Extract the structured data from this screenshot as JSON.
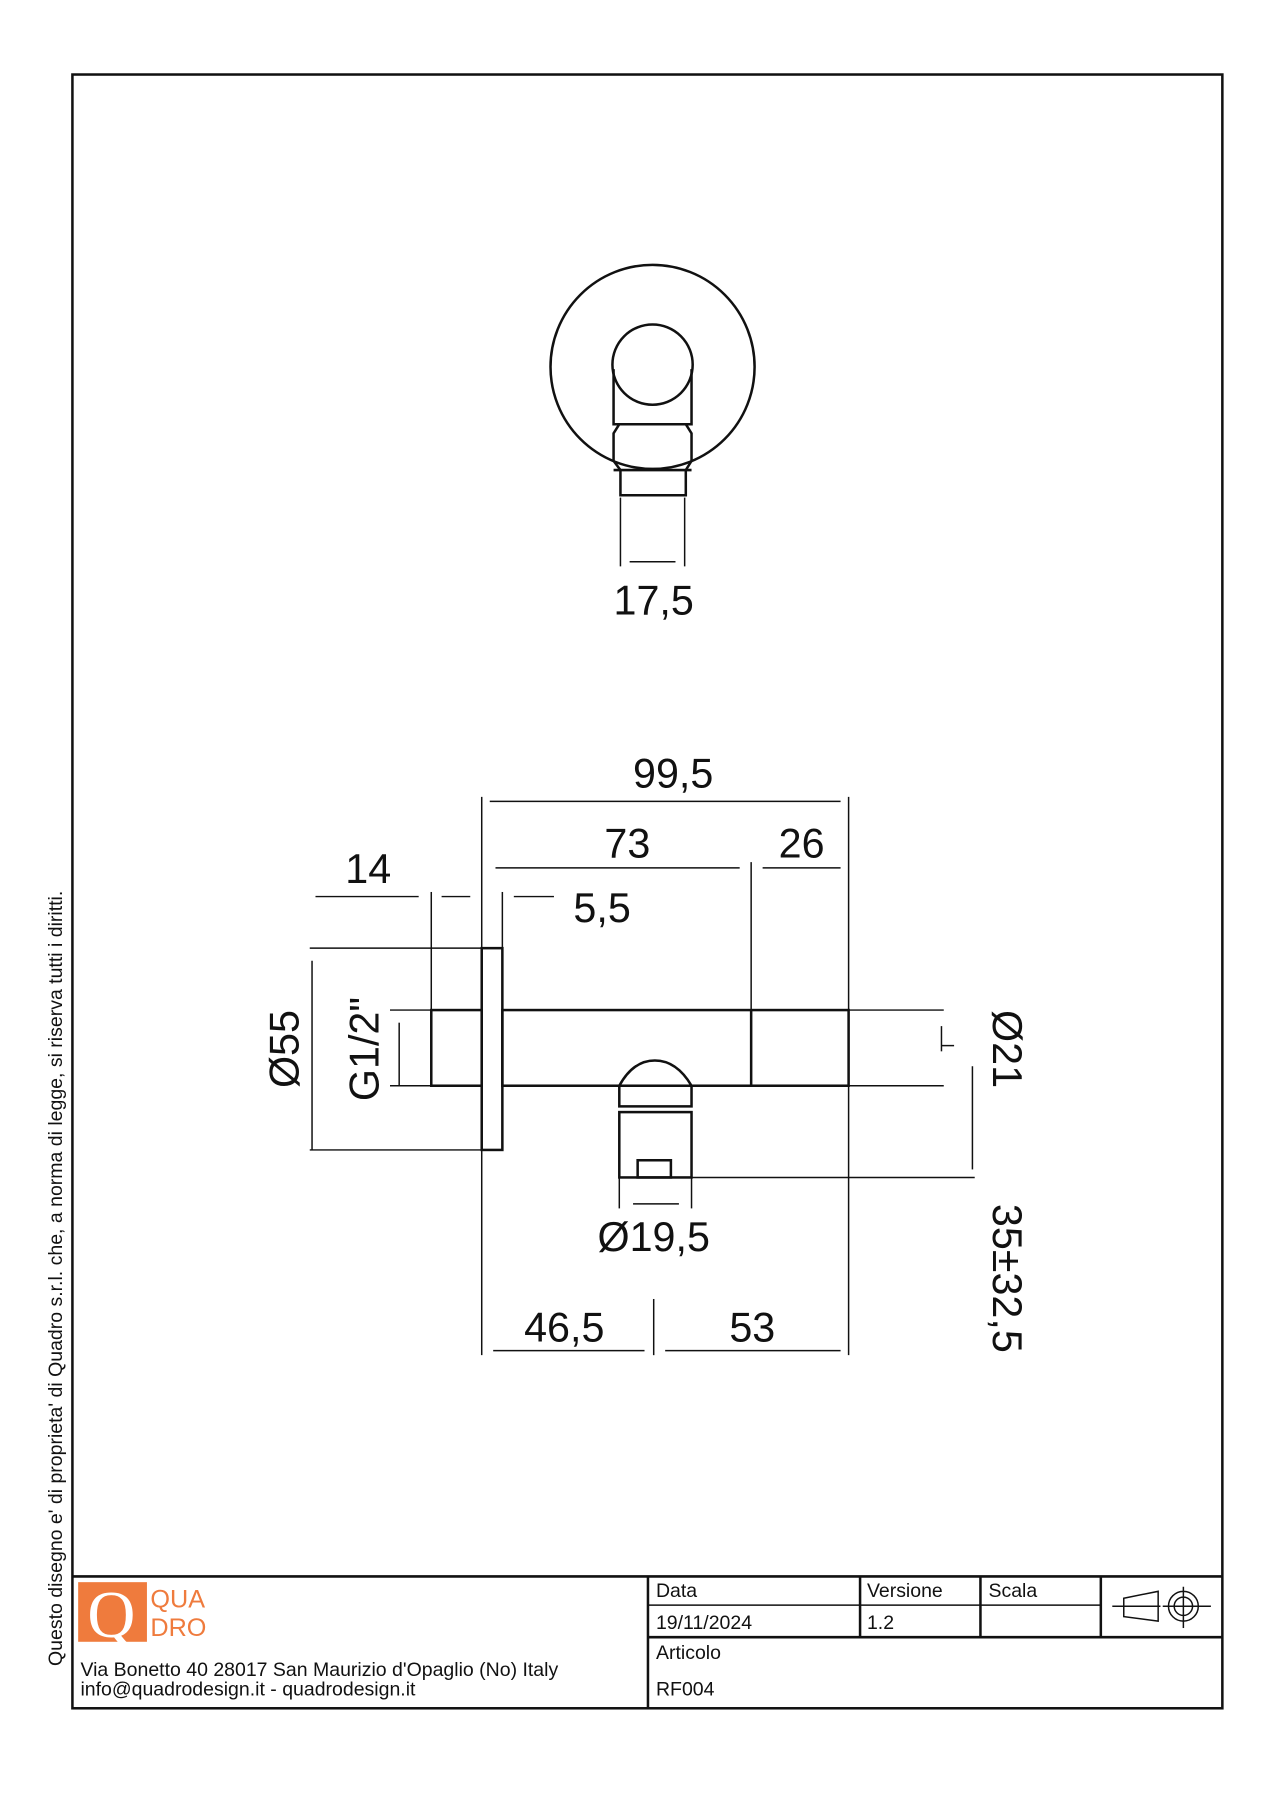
{
  "side_note": "Questo disegno e' di proprieta' di Quadro s.r.l. che, a norma di legge, si riserva tutti i diritti.",
  "dimensions": {
    "top_width": "17,5",
    "total_length": "99,5",
    "body_length": "73",
    "end_length": "26",
    "nipple_length": "14",
    "flange_thickness": "5,5",
    "flange_diameter": "Ø55",
    "thread": "G1/2\"",
    "pipe_diameter": "Ø21",
    "outlet_diameter": "Ø19,5",
    "outlet_offset": "35±32,5",
    "outlet_position_left": "46,5",
    "outlet_position_right": "53"
  },
  "title_block": {
    "logo_line1": "QUA",
    "logo_line2": "DRO",
    "logo_letter": "Q",
    "address": "Via Bonetto 40  28017 San Maurizio d'Opaglio (No) Italy",
    "contacts": "info@quadrodesign.it  -  quadrodesign.it",
    "date_label": "Data",
    "date_value": "19/11/2024",
    "version_label": "Versione",
    "version_value": "1.2",
    "scale_label": "Scala",
    "article_label": "Articolo",
    "article_value": "RF004"
  },
  "colors": {
    "brand": "#ef7b3d"
  }
}
